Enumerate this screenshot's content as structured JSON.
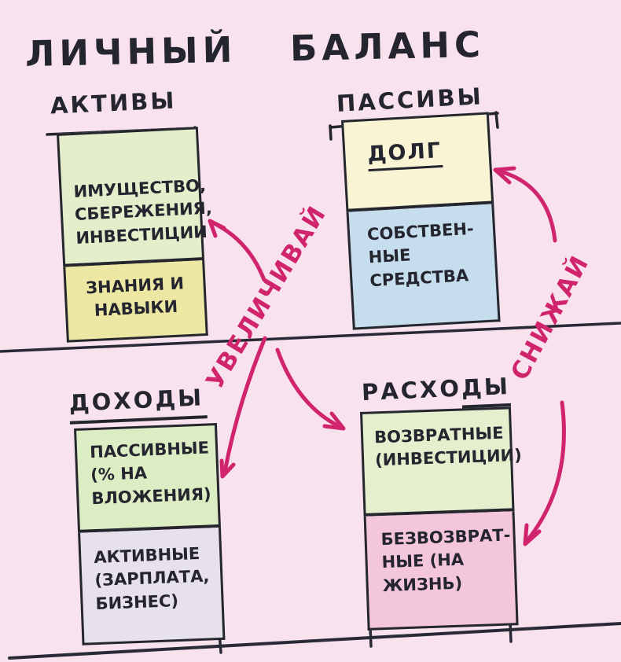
{
  "title": "ЛИЧНЫЙ БАЛАНС",
  "quadrants": {
    "assets": {
      "header": "АКТИВЫ",
      "boxes": [
        {
          "text": "ИМУЩЕСТВО,\nСБЕРЕЖЕНИЯ,\nИНВЕСТИЦИИ"
        },
        {
          "text": "ЗНАНИЯ И\nНАВЫКИ"
        }
      ]
    },
    "liabilities": {
      "header": "ПАССИВЫ",
      "boxes": [
        {
          "text": "ДОЛГ"
        },
        {
          "text": "СОБСТВЕН-\nНЫЕ\nСРЕДСТВА"
        }
      ]
    },
    "income": {
      "header": "ДОХОДЫ",
      "boxes": [
        {
          "text": "ПАССИВНЫЕ\n(% НА\nВЛОЖЕНИЯ)"
        },
        {
          "text": "АКТИВНЫЕ\n(ЗАРПЛАТА,\nБИЗНЕС)"
        }
      ]
    },
    "expenses": {
      "header_main": "РАСХО",
      "header_tail": "ДЫ",
      "boxes": [
        {
          "text": "ВОЗВРАТНЫЕ\n(ИНВЕСТИЦИИ)"
        },
        {
          "text": "БЕЗВОЗВРАТ-\nНЫЕ (НА\nЖИЗНЬ)"
        }
      ]
    }
  },
  "annotations": {
    "increase": "УВЕЛИЧИВАЙ",
    "decrease": "СНИЖАЙ"
  },
  "colors": {
    "background": "#f8e2ee",
    "ink": "#25252f",
    "arrow_magenta": "#d0256d",
    "assets_property_green": "#e5eecb",
    "knowledge_yellow": "#ece8a3",
    "debt_yellow": "#f8f4d4",
    "equity_blue": "#c6ddee",
    "passive_income_green": "#dcecc3",
    "active_income_lavender": "#e7e1eb",
    "returnable_green": "#e6efcd",
    "nonreturnable_pink": "#f3c6db"
  }
}
